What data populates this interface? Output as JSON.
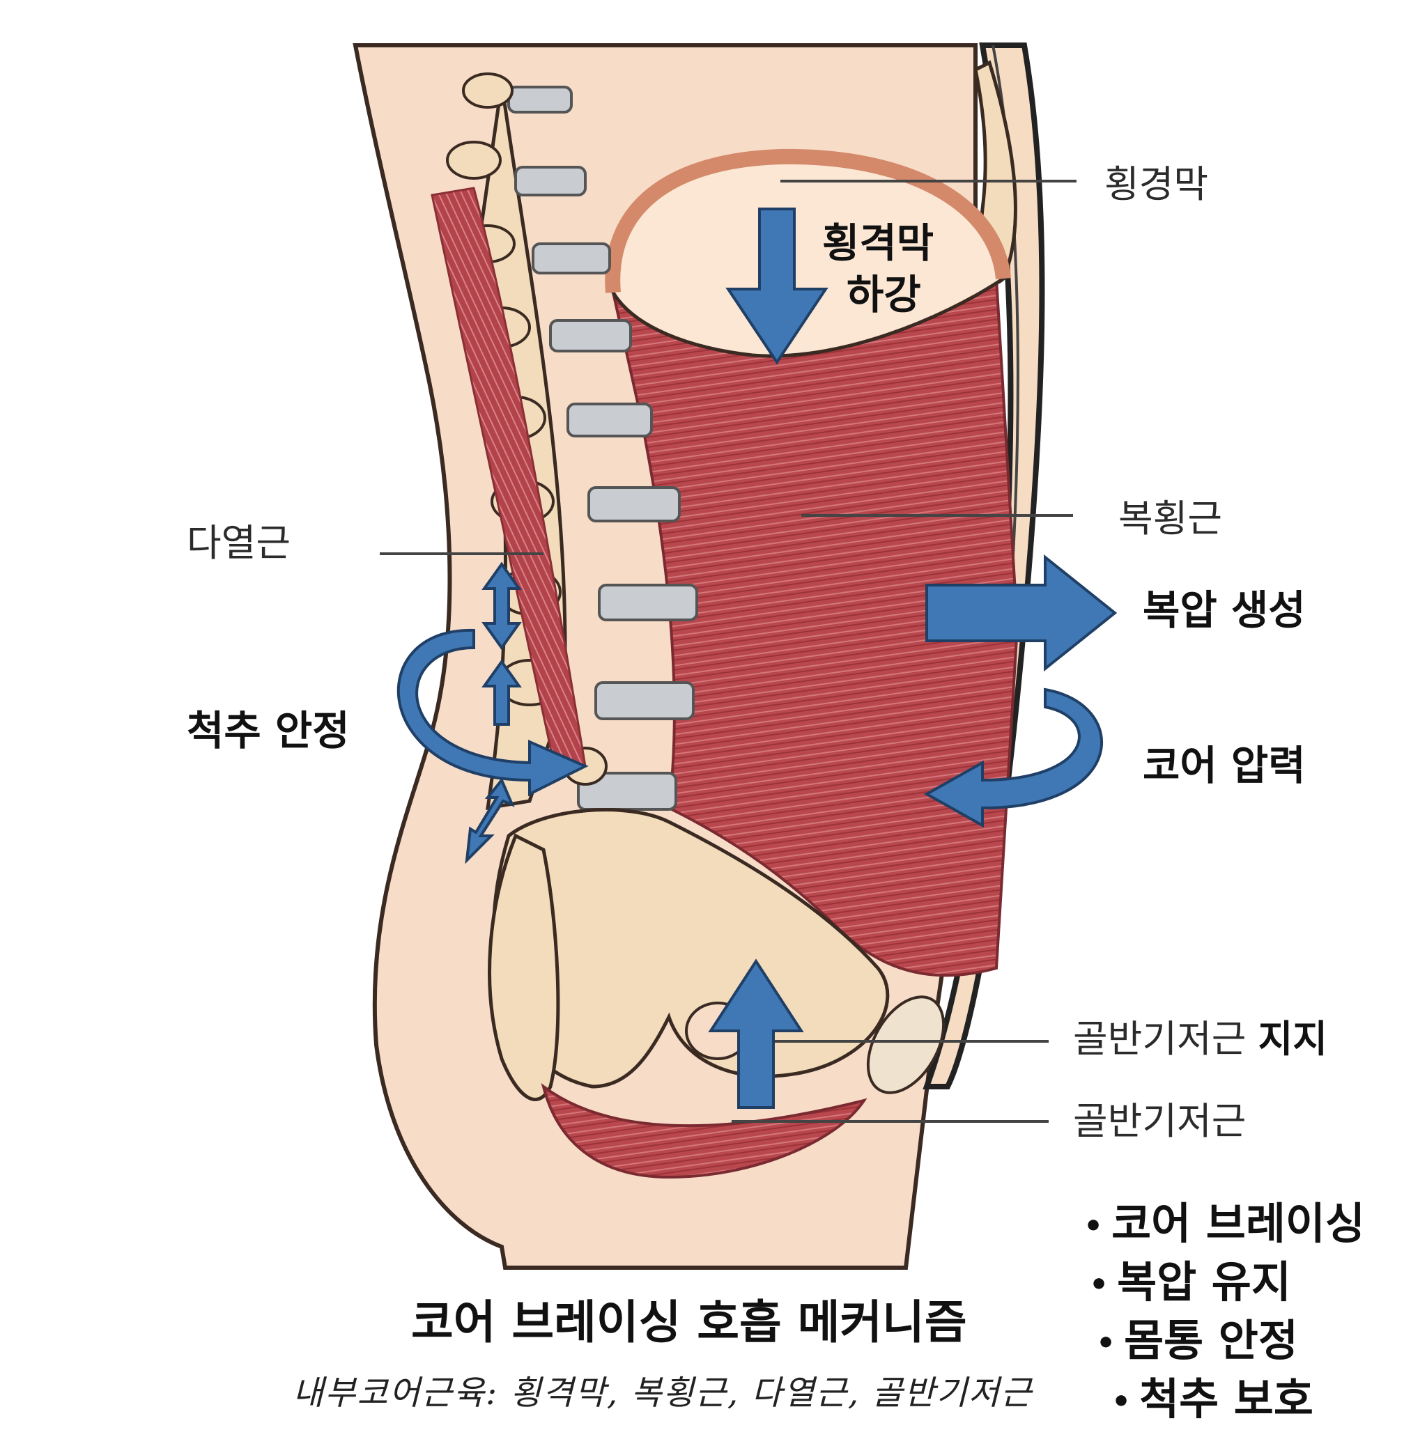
{
  "labels": {
    "diaphragm": "횡경막",
    "diaphragm_descent_line1": "횡격막",
    "diaphragm_descent_line2": "하강",
    "transversus": "복횡근",
    "multifidus": "다열근",
    "iap_generation": "복압 생성",
    "spine_stability": "척추 안정",
    "core_pressure": "코어 압력",
    "pelvic_support_plain": "골반기저근",
    "pelvic_support_bold": "지지",
    "pelvic_floor": "골반기저근"
  },
  "title": "코어 브레이싱 호흡 메커니즘",
  "subtitle": "내부코어근육: 횡격막, 복횡근, 다열근, 골반기저근",
  "bullets": [
    "코어 브레이싱",
    "복압 유지",
    "몸통 안정",
    "척추 보호"
  ],
  "colors": {
    "skin": "#f7dcc8",
    "muscle": "#b5454b",
    "bone": "#f3dcbb",
    "disc": "#c9cdd2",
    "arrow": "#3f78b4"
  }
}
